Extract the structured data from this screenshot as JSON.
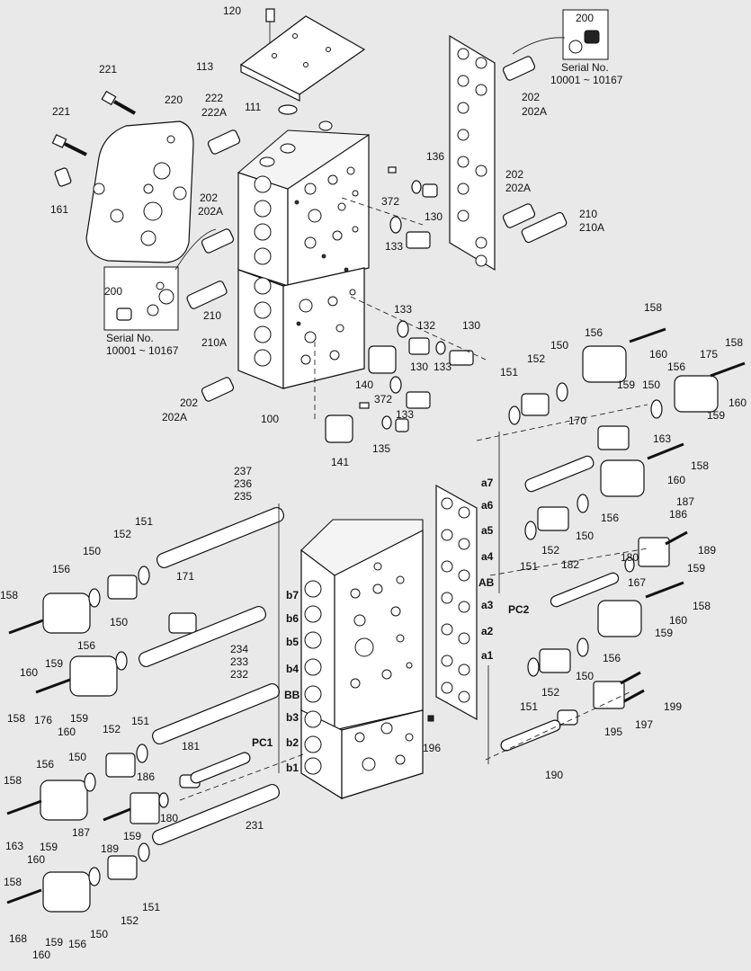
{
  "diagram": {
    "serial_note_top": {
      "code": "200",
      "line1": "Serial No.",
      "line2": "10001 ~ 10167"
    },
    "serial_note_left": {
      "code": "200",
      "line1": "Serial No.",
      "line2": "10001 ~ 10167"
    },
    "top_section_labels": [
      "120",
      "113",
      "221",
      "220",
      "222",
      "222A",
      "111",
      "221",
      "161",
      "202",
      "202A",
      "202",
      "202A",
      "200",
      "210",
      "210A",
      "202",
      "202A",
      "100",
      "136",
      "372",
      "130",
      "133",
      "202",
      "202A",
      "210",
      "210A",
      "133",
      "132",
      "130",
      "130",
      "133",
      "140",
      "372",
      "133",
      "141",
      "135"
    ],
    "right_section_labels": [
      "158",
      "156",
      "150",
      "160",
      "175",
      "158",
      "152",
      "159",
      "156",
      "151",
      "150",
      "160",
      "170",
      "163",
      "159",
      "158",
      "160",
      "a7",
      "a6",
      "a5",
      "a4",
      "AB",
      "a3",
      "PC2",
      "a2",
      "a1",
      "156",
      "150",
      "151",
      "152",
      "187",
      "186",
      "180",
      "189",
      "182",
      "167",
      "159",
      "158",
      "156",
      "160",
      "159",
      "151",
      "152",
      "150",
      "199",
      "197",
      "195",
      "190"
    ],
    "left_section_labels": [
      "237",
      "236",
      "235",
      "151",
      "152",
      "150",
      "156",
      "171",
      "158",
      "150",
      "160",
      "159",
      "156",
      "234",
      "233",
      "232",
      "158",
      "176",
      "159",
      "160",
      "151",
      "152",
      "150",
      "181",
      "156",
      "186",
      "PC1",
      "158",
      "187",
      "180",
      "163",
      "159",
      "159",
      "189",
      "160",
      "231",
      "158",
      "168",
      "159",
      "156",
      "150",
      "152",
      "151",
      "160",
      "b7",
      "b6",
      "b5",
      "b4",
      "BB",
      "b3",
      "b2",
      "b1",
      "196"
    ]
  }
}
